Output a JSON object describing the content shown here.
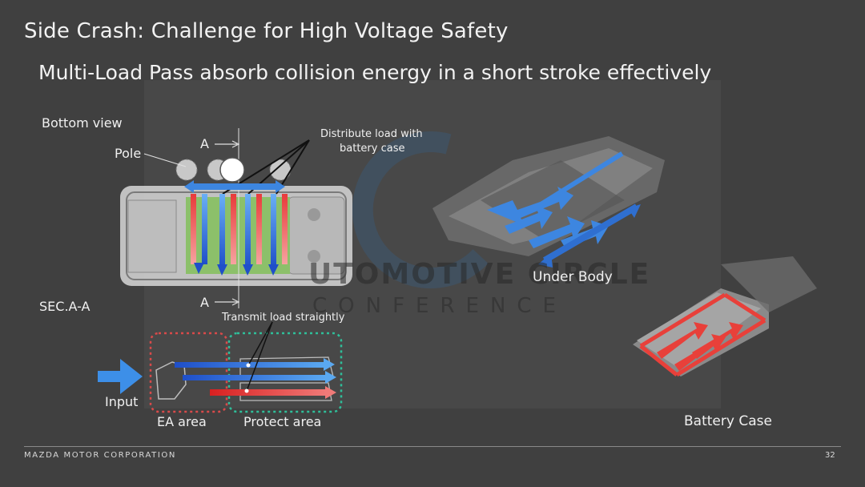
{
  "slide": {
    "title": "Side Crash: Challenge for High Voltage Safety",
    "subtitle": "Multi-Load Pass absorb collision energy in a short stroke effectively"
  },
  "labels": {
    "bottom_view": "Bottom view",
    "pole": "Pole",
    "section_a_top": "A",
    "section_a_bottom": "A",
    "distribute_line1": "Distribute load with",
    "distribute_line2": "battery case",
    "sec_aa": "SEC.A-A",
    "transmit": "Transmit load straightly",
    "input": "Input",
    "ea_area": "EA area",
    "protect_area": "Protect area",
    "under_body": "Under Body",
    "battery_case": "Battery Case"
  },
  "watermark": {
    "main": "UTOMOTIVE CIRCLE",
    "sub": "CONFERENCE"
  },
  "footer": {
    "company": "MAZDA MOTOR CORPORATION",
    "page": "32"
  },
  "colors": {
    "background": "#404040",
    "blue_arrow": "#3d86e0",
    "red_arrow": "#e8403a",
    "green_battery": "#8cc06a",
    "ea_box": "#d94a4a",
    "protect_box": "#2fbf9a"
  }
}
